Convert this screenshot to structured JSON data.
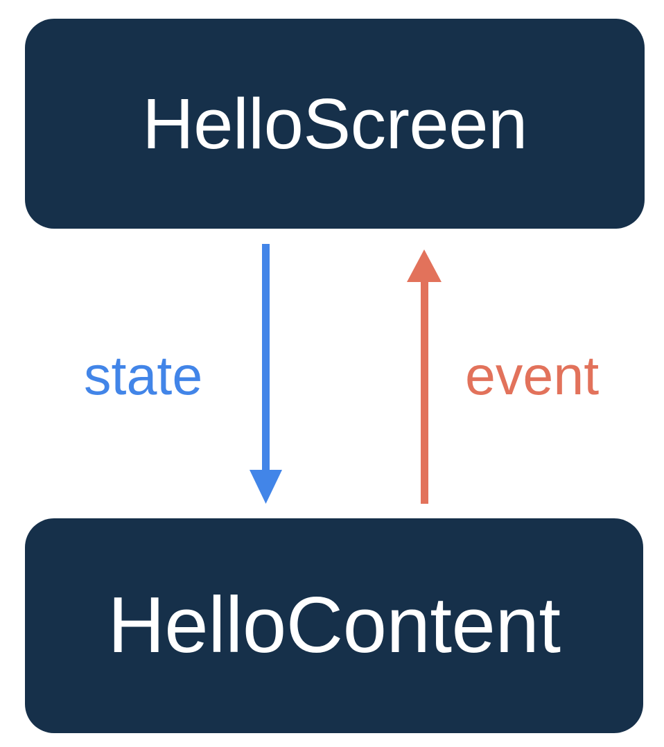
{
  "diagram": {
    "title": "HelloScreen / HelloContent state and event flow",
    "background_color": "#FFFFFF",
    "nodes": [
      {
        "id": "hello-screen",
        "label": "HelloScreen",
        "fill_color": "#16304A",
        "text_color": "#FFFFFF"
      },
      {
        "id": "hello-content",
        "label": "HelloContent",
        "fill_color": "#16304A",
        "text_color": "#FFFFFF"
      }
    ],
    "edges": [
      {
        "id": "state-edge",
        "label": "state",
        "color": "#4285E8",
        "direction": "down",
        "from": "HelloScreen",
        "to": "HelloContent"
      },
      {
        "id": "event-edge",
        "label": "event",
        "color": "#E2725B",
        "direction": "up",
        "from": "HelloContent",
        "to": "HelloScreen"
      }
    ]
  }
}
